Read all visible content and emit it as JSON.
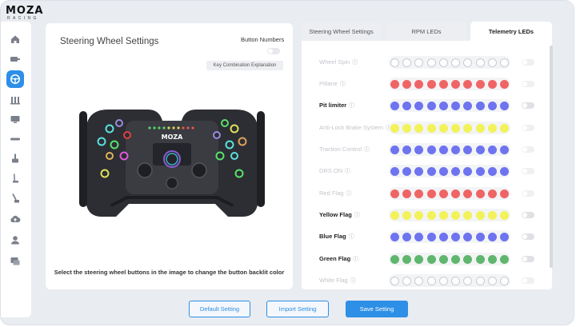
{
  "brand": {
    "name": "MOZA",
    "sub": "RACING"
  },
  "sidebar": {
    "items": [
      {
        "icon": "home-icon"
      },
      {
        "icon": "wheelbase-icon"
      },
      {
        "icon": "steering-wheel-icon",
        "active": true
      },
      {
        "icon": "pedals-icon"
      },
      {
        "icon": "dashboard-icon"
      },
      {
        "icon": "shifter-icon"
      },
      {
        "icon": "handbrake-icon"
      },
      {
        "icon": "sequential-shifter-icon"
      },
      {
        "icon": "gear-lever-icon"
      },
      {
        "icon": "cloud-upload-icon"
      },
      {
        "icon": "user-icon"
      },
      {
        "icon": "feedback-icon"
      }
    ]
  },
  "wheel_card": {
    "title": "Steering Wheel Settings",
    "button_numbers_label": "Button Numbers",
    "key_combo_label": "Key Combination Explanation",
    "wheel_brand": "MOZA",
    "footer": "Select the steering wheel buttons in the image to change the button backlit color"
  },
  "tabs": [
    {
      "label": "Steering Wheel Settings"
    },
    {
      "label": "RPM LEDs"
    },
    {
      "label": "Telemetry LEDs",
      "active": true
    }
  ],
  "colors": {
    "accent": "#2d8fe6",
    "empty": "#ffffff",
    "red": "#ef6566",
    "blue": "#6e74ef",
    "yellow": "#f2f25a",
    "green": "#5fb66e"
  },
  "telemetry": [
    {
      "label": "Wheel Spin",
      "enabled": false,
      "color": "empty"
    },
    {
      "label": "Pitlane",
      "enabled": false,
      "color": "red"
    },
    {
      "label": "Pit limiter",
      "enabled": true,
      "color": "blue"
    },
    {
      "label": "Anti-Lock Brake System",
      "enabled": false,
      "color": "yellow"
    },
    {
      "label": "Traction Control",
      "enabled": false,
      "color": "blue"
    },
    {
      "label": "DRS ON",
      "enabled": false,
      "color": "blue"
    },
    {
      "label": "Red Flag",
      "enabled": false,
      "color": "red"
    },
    {
      "label": "Yellow Flag",
      "enabled": true,
      "color": "yellow"
    },
    {
      "label": "Blue Flag",
      "enabled": true,
      "color": "blue"
    },
    {
      "label": "Green Flag",
      "enabled": true,
      "color": "green"
    },
    {
      "label": "White Flag",
      "enabled": false,
      "color": "empty"
    }
  ],
  "footer": {
    "default_label": "Default Setting",
    "import_label": "Import Setting",
    "save_label": "Save Setting"
  }
}
